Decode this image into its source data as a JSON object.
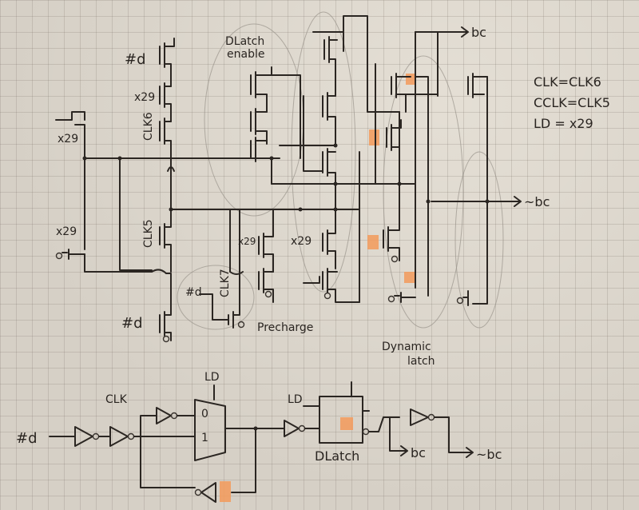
{
  "transistor_labels": {
    "hash_d_top": "#d",
    "x29_top": "x29",
    "clk6": "CLK6",
    "x29_left_top": "x29",
    "x29_left_bottom": "x29",
    "clk5": "CLK5",
    "hash_d_bottom": "#d",
    "hash_d_precharge": "#d",
    "clk7": "CLK7",
    "x29_mid_left": "x29",
    "x29_mid_right": "x29"
  },
  "region_labels": {
    "dlatch_enable": [
      "DLatch",
      "enable"
    ],
    "precharge": "Precharge",
    "dynamic_latch": [
      "Dynamic",
      "latch"
    ]
  },
  "outputs": {
    "bc": "bc",
    "not_bc": "~bc"
  },
  "equations": [
    "CLK=CLK6",
    "CCLK=CLK5",
    "LD = x29"
  ],
  "logic": {
    "input": "#d",
    "clk": "CLK",
    "ld_mux": "LD",
    "mux_in0": "0",
    "mux_in1": "1",
    "ld_latch": "LD",
    "dlatch": "DLatch",
    "out_bc": "bc",
    "out_not_bc": "~bc"
  },
  "highlight_color": "#f39a5a"
}
